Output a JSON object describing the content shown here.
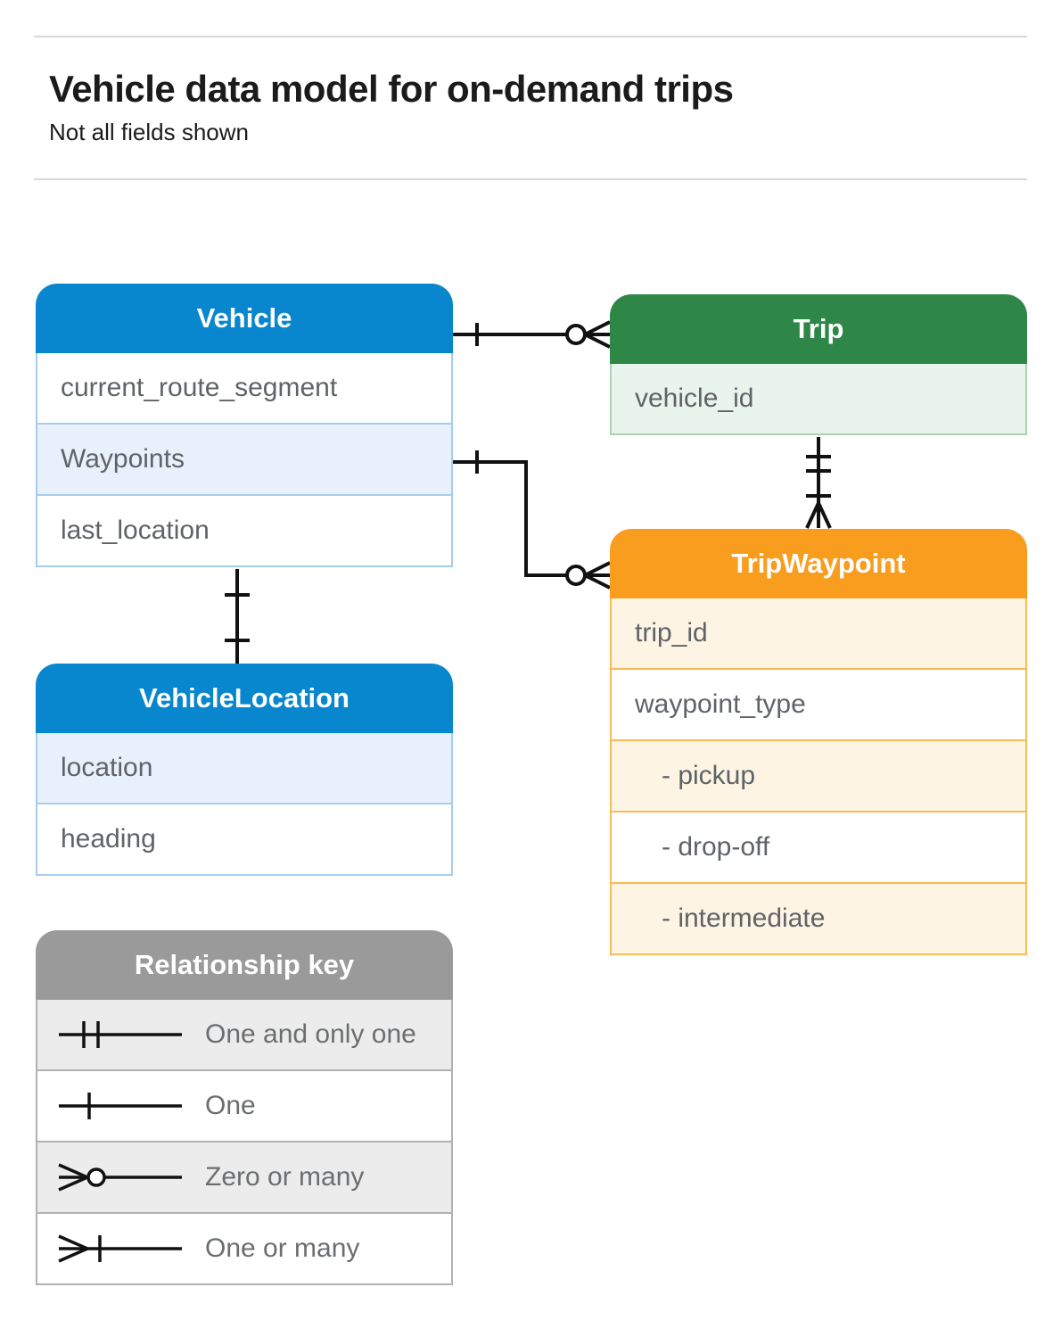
{
  "page": {
    "title": "Vehicle data model for on-demand trips",
    "subtitle": "Not all fields shown"
  },
  "colors": {
    "vehicle_header": "#0886ce",
    "vehicle_shade": "#e8f1fb",
    "trip_header": "#2e8747",
    "trip_shade": "#e9f4ec",
    "trip_waypoint_header": "#f89d1e",
    "trip_waypoint_shade": "#fdf4e4",
    "legend_header": "#9a9a9a",
    "legend_shade": "#ececec",
    "connector_line": "#111111"
  },
  "entities": {
    "vehicle": {
      "title": "Vehicle",
      "fields": [
        {
          "label": "current_route_segment",
          "shaded": false,
          "indent": false
        },
        {
          "label": "Waypoints",
          "shaded": true,
          "indent": false
        },
        {
          "label": "last_location",
          "shaded": false,
          "indent": false
        }
      ]
    },
    "trip": {
      "title": "Trip",
      "fields": [
        {
          "label": "vehicle_id",
          "shaded": true,
          "indent": false
        }
      ]
    },
    "trip_waypoint": {
      "title": "TripWaypoint",
      "fields": [
        {
          "label": "trip_id",
          "shaded": true,
          "indent": false
        },
        {
          "label": "waypoint_type",
          "shaded": false,
          "indent": false
        },
        {
          "label": "- pickup",
          "shaded": true,
          "indent": true
        },
        {
          "label": "- drop-off",
          "shaded": false,
          "indent": true
        },
        {
          "label": "- intermediate",
          "shaded": true,
          "indent": true
        }
      ]
    },
    "vehicle_location": {
      "title": "VehicleLocation",
      "fields": [
        {
          "label": "location",
          "shaded": true,
          "indent": false
        },
        {
          "label": "heading",
          "shaded": false,
          "indent": false
        }
      ]
    }
  },
  "legend": {
    "title": "Relationship key",
    "items": [
      {
        "symbol": "one-and-only-one",
        "label": "One and only one"
      },
      {
        "symbol": "one",
        "label": "One"
      },
      {
        "symbol": "zero-or-many",
        "label": "Zero or many"
      },
      {
        "symbol": "one-or-many",
        "label": "One or many"
      }
    ]
  },
  "relationships": [
    {
      "from": "Vehicle",
      "to": "Trip",
      "from_cardinality": "one",
      "to_cardinality": "zero-or-many"
    },
    {
      "from": "Vehicle.Waypoints",
      "to": "TripWaypoint",
      "from_cardinality": "one",
      "to_cardinality": "zero-or-many"
    },
    {
      "from": "Trip",
      "to": "TripWaypoint",
      "from_cardinality": "one-and-only-one",
      "to_cardinality": "one-or-many"
    },
    {
      "from": "Vehicle",
      "to": "VehicleLocation",
      "from_cardinality": "one",
      "to_cardinality": "one"
    }
  ]
}
